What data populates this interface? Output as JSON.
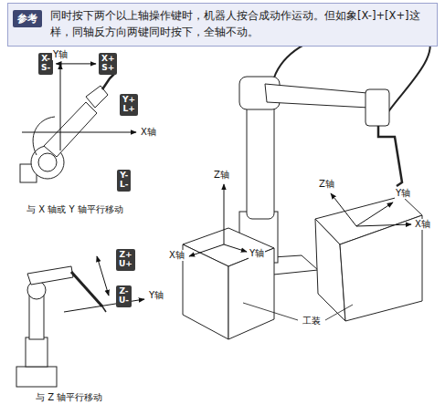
{
  "diagram": {
    "nodes": [
      {
        "text": [
          "同时按下两个以上轴操作键时，机器人按合成动作运动。但如象[X-]+[X+]这样，同轴反方向两键同时按下，全轴不动。"
        ]
      },
      {
        "text": [
          "参考"
        ],
        "in": 0
      },
      {
        "text": [
          "X- S-"
        ]
      },
      {
        "text": [
          "X+ S+"
        ]
      },
      {
        "text": [
          "Y+ L+"
        ]
      },
      {
        "text": [
          "Y- L-"
        ]
      },
      {
        "text": [
          "Z+ U+"
        ]
      },
      {
        "text": [
          "Z- U-"
        ]
      }
    ],
    "edges": [
      {
        "from": 2,
        "to": 3,
        "arrow": "both"
      }
    ],
    "labels": [
      "Y轴",
      "X轴",
      "与 X 轴或 Y 轴平行移动",
      "Y轴",
      "与 Z 轴平行移动",
      "Z轴",
      "X轴",
      "Y轴",
      "Z轴",
      "Y轴",
      "X轴",
      "工装"
    ]
  }
}
